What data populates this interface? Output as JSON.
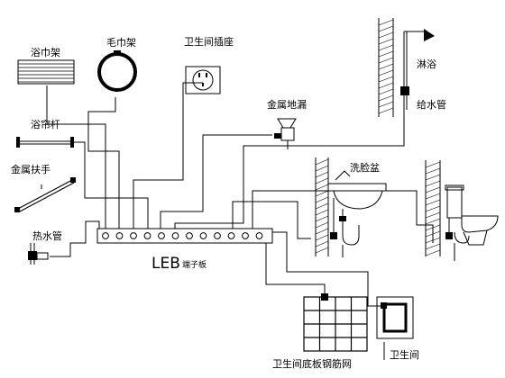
{
  "labels": {
    "bath_towel_rack": "浴巾架",
    "towel_ring": "毛巾架",
    "bathroom_socket": "卫生间插座",
    "shower": "淋浴",
    "water_supply_pipe": "给水管",
    "metal_floor_drain": "金属地漏",
    "shower_curtain_rod": "浴帘杆",
    "washbasin": "洗脸盆",
    "metal_handrail": "金属扶手",
    "hot_water_pipe": "热水管",
    "leb_prefix": "LEB",
    "leb_suffix": "端子板",
    "floor_rebar_mesh": "卫生间底板钢筋网",
    "bathroom_partial": "卫生间"
  }
}
